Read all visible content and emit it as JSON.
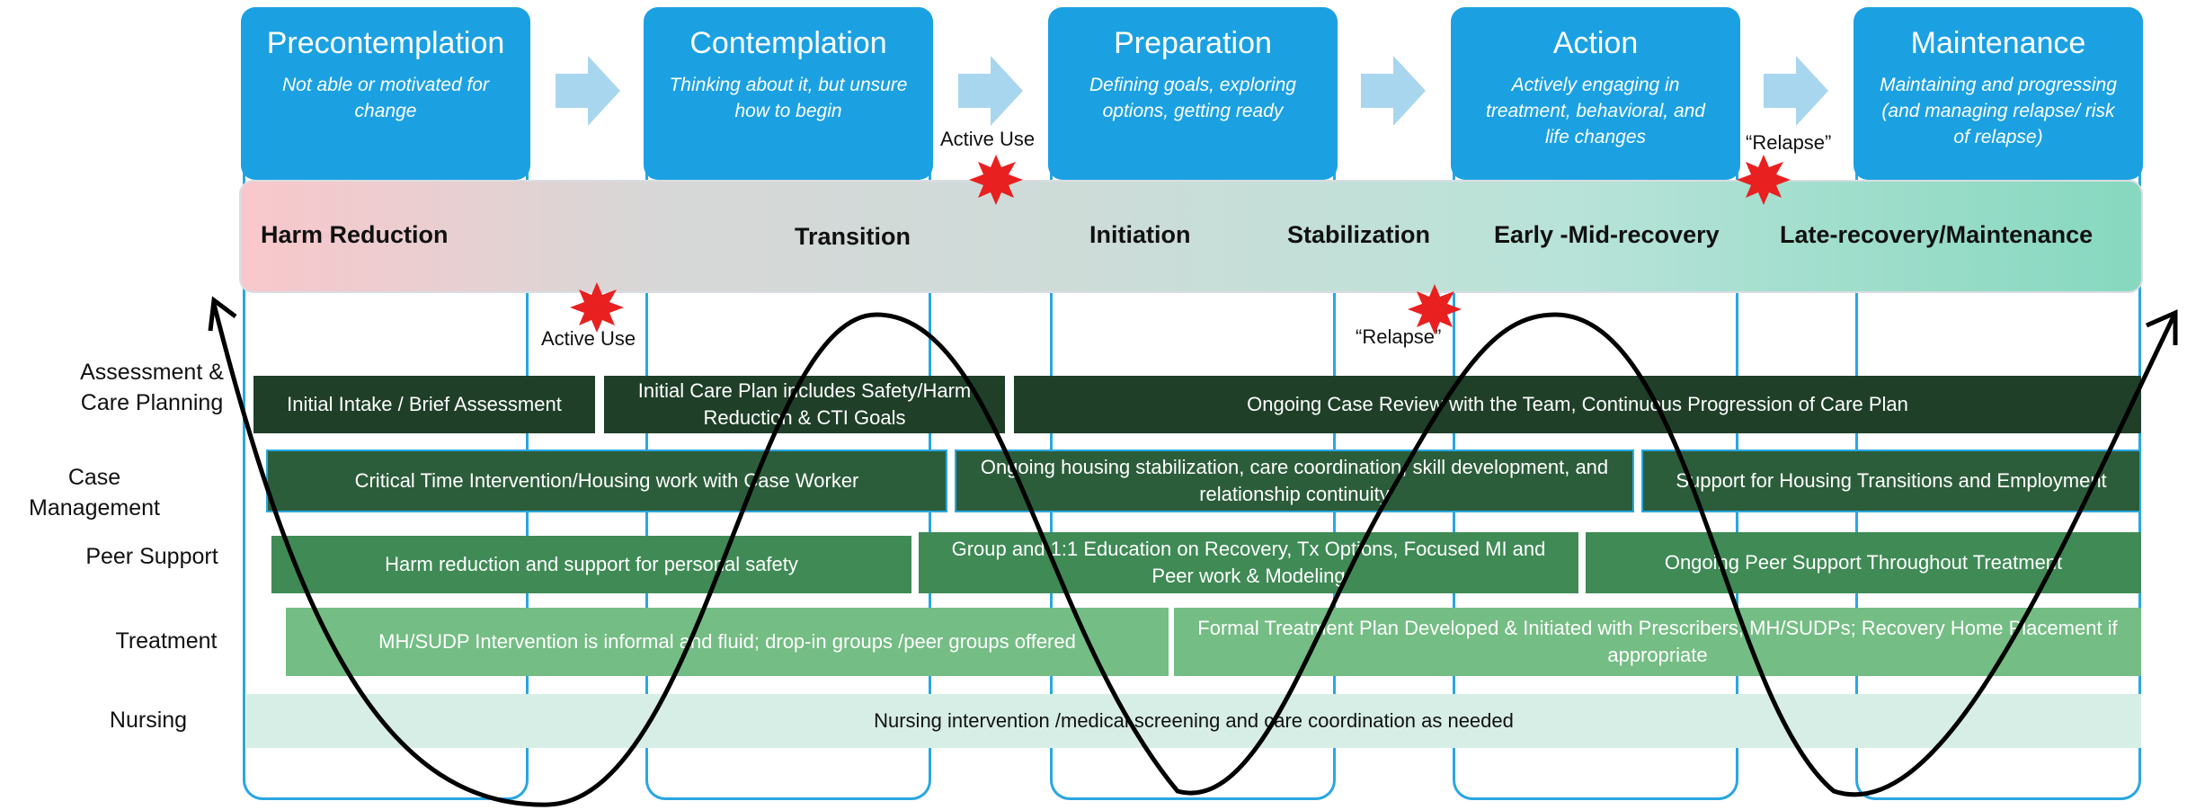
{
  "stages": [
    {
      "title": "Precontemplation",
      "desc": "Not able or  motivated for change"
    },
    {
      "title": "Contemplation",
      "desc": "Thinking about it,  but unsure how to  begin"
    },
    {
      "title": "Preparation",
      "desc": "Defining goals, exploring options, getting ready"
    },
    {
      "title": "Action",
      "desc": "Actively engaging  in treatment,  behavioral, and  life changes"
    },
    {
      "title": "Maintenance",
      "desc": "Maintaining and progressing (and managing relapse/  risk of relapse)"
    }
  ],
  "phases": [
    "Harm Reduction",
    "Transition",
    "Initiation",
    "Stabilization",
    "Early -Mid-recovery",
    "Late-recovery/Maintenance"
  ],
  "callouts": {
    "active_use_top": "Active Use",
    "relapse_top": "“Relapse”",
    "active_use_bottom": "Active Use",
    "relapse_bottom": "“Relapse”"
  },
  "rows": [
    {
      "label": "Assessment & Care Planning"
    },
    {
      "label": "Case Management"
    },
    {
      "label": "Peer Support"
    },
    {
      "label": "Treatment"
    },
    {
      "label": "Nursing"
    }
  ],
  "bars": {
    "assessment": [
      "Initial Intake / Brief Assessment",
      "Initial Care Plan includes Safety/Harm Reduction & CTI Goals",
      "Ongoing Case Review with the Team, Continuous Progression of Care Plan"
    ],
    "case_management": [
      "Critical Time Intervention/Housing work with Case Worker",
      "Ongoing housing stabilization, care coordination, skill development, and relationship continuity",
      "Support for Housing Transitions and Employment"
    ],
    "peer_support": [
      "Harm reduction and support for personal safety",
      "Group and 1:1 Education on Recovery, Tx Options, Focused MI and Peer work & Modeling",
      "Ongoing Peer Support Throughout Treatment"
    ],
    "treatment": [
      "MH/SUDP Intervention is informal and fluid; drop-in groups /peer groups offered",
      "Formal Treatment Plan Developed & Initiated with Prescribers, MH/SUDPs; Recovery Home Placement if appropriate"
    ],
    "nursing": [
      "Nursing intervention /medical screening and care coordination as needed"
    ]
  },
  "colors": {
    "stage_blue": "#1ba1e2",
    "outline_blue": "#29a7e1",
    "arrow_blue": "#a9d6ef",
    "assessment": "#1f3f28",
    "case_management": "#2c5d3a",
    "peer_support": "#3f8a55",
    "treatment": "#74bd84",
    "nursing": "#d6eee6",
    "burst": "#e8201f"
  }
}
